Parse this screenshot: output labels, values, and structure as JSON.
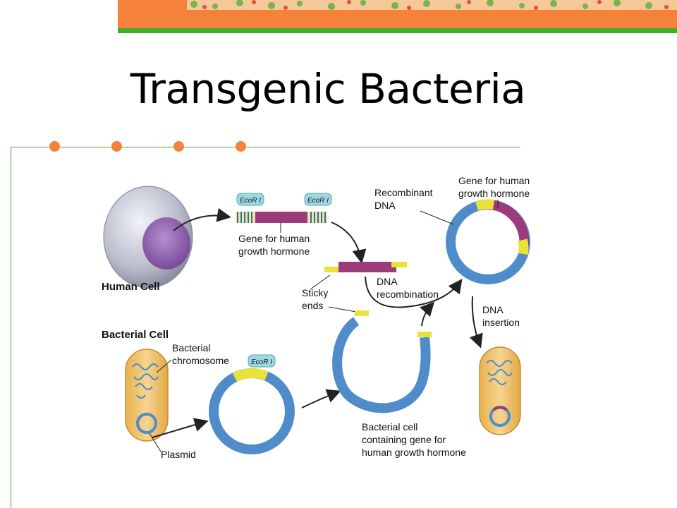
{
  "slide": {
    "title": "Transgenic Bacteria"
  },
  "diagram": {
    "labels": {
      "human_cell": "Human Cell",
      "ecor1": "EcoR I",
      "gene_human_gh_line1": "Gene for human",
      "gene_human_gh_line2": "growth hormone",
      "sticky_line1": "Sticky",
      "sticky_line2": "ends",
      "dna_recomb_line1": "DNA",
      "dna_recomb_line2": "recombination",
      "recombinant_line1": "Recombinant",
      "recombinant_line2": "DNA",
      "gene_top_line1": "Gene for human",
      "gene_top_line2": "growth hormone",
      "dna_insert_line1": "DNA",
      "dna_insert_line2": "insertion",
      "bacterial_cell": "Bacterial Cell",
      "bact_chrom_line1": "Bacterial",
      "bact_chrom_line2": "chromosome",
      "plasmid": "Plasmid",
      "final_line1": "Bacterial cell",
      "final_line2": "containing gene for",
      "final_line3": "human growth hormone"
    },
    "colors": {
      "plasmid_blue": "#5b9bd5",
      "gene_purple": "#9c3b7a",
      "cell_tan": "#f0c36e",
      "nucleus_purple": "#8a5aa8",
      "sticky_yellow": "#e8e23a",
      "accent_orange": "#f5813a",
      "frame_green": "#3fae2a"
    }
  }
}
